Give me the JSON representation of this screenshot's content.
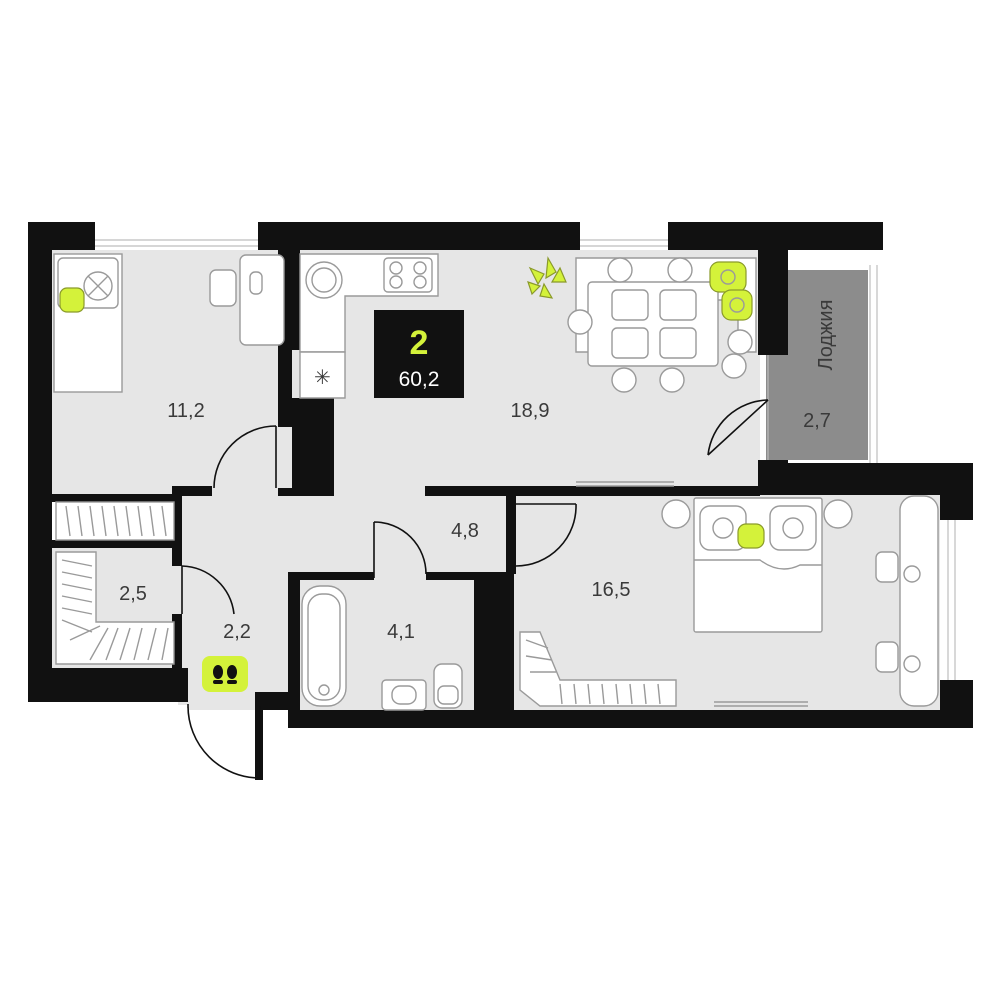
{
  "apartment": {
    "rooms_count": "2",
    "total_area": "60,2"
  },
  "rooms": {
    "bedroom_left": {
      "area": "11,2"
    },
    "living_kitchen": {
      "area": "18,9"
    },
    "loggia": {
      "area": "2,7",
      "label": "Лоджия"
    },
    "hall": {
      "area": "4,8"
    },
    "closet": {
      "area": "2,5"
    },
    "entry": {
      "area": "2,2"
    },
    "bathroom": {
      "area": "4,1"
    },
    "bedroom_right": {
      "area": "16,5"
    }
  },
  "colors": {
    "wall": "#111111",
    "floor": "#e6e6e6",
    "loggia": "#8c8c8c",
    "accent": "#d4f23a",
    "badge": "#111111"
  },
  "icons": {
    "entrance": "footprints-icon",
    "plant": "plant-icon"
  }
}
